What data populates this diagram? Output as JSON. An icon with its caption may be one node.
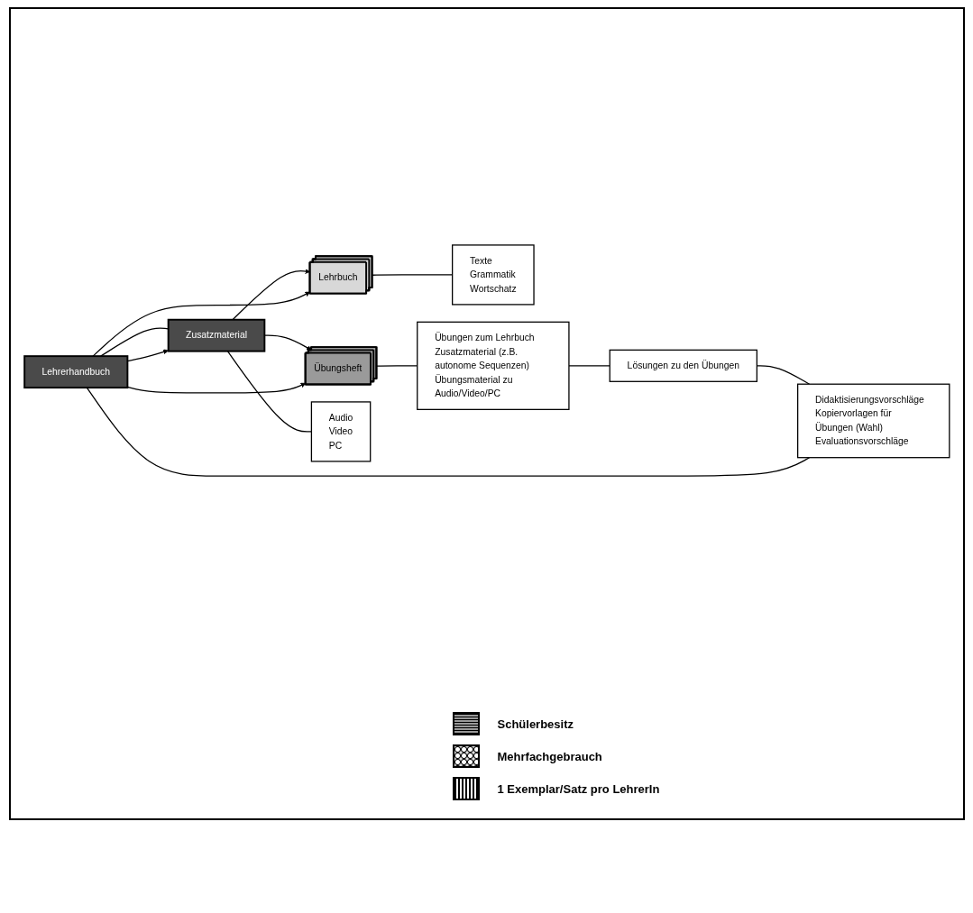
{
  "diagram": {
    "nodes": [
      {
        "text": [
          "Lehrbuch"
        ]
      },
      {
        "text": [
          "Texte",
          "Grammatik",
          "Wortschatz"
        ]
      },
      {
        "text": [
          "Übungsheft"
        ]
      },
      {
        "text": [
          "Übungen zum Lehrbuch",
          "Zusatzmaterial (z.B. autonome Sequenzen)",
          "Übungsmaterial zu Audio/Video/PC"
        ]
      },
      {
        "text": [
          "Lösungen zu den Übungen"
        ]
      },
      {
        "text": [
          "Lehrerhandbuch"
        ]
      },
      {
        "text": [
          "Didaktisierungsvorschläge",
          "Kopiervorlagen für Übungen (Wahl)",
          "Evaluationsvorschläge"
        ]
      },
      {
        "text": [
          "Zusatzmaterial"
        ]
      },
      {
        "text": [
          "Audio",
          "Video",
          "PC"
        ]
      }
    ],
    "edges": [
      {
        "from": 0,
        "to": 1,
        "arrow": "none"
      },
      {
        "from": 2,
        "to": 3,
        "arrow": "none"
      },
      {
        "from": 3,
        "to": 4,
        "arrow": "none"
      },
      {
        "from": 4,
        "to": 6,
        "arrow": "none"
      },
      {
        "from": 5,
        "to": 6,
        "arrow": "none"
      },
      {
        "from": 5,
        "to": 7,
        "arrow": "none"
      },
      {
        "from": 7,
        "to": 8,
        "arrow": "none"
      },
      {
        "from": 7,
        "to": 0,
        "arrow": "to"
      },
      {
        "from": 7,
        "to": 2,
        "arrow": "to"
      },
      {
        "from": 5,
        "to": 0,
        "arrow": "to"
      },
      {
        "from": 5,
        "to": 2,
        "arrow": "to"
      },
      {
        "from": 5,
        "to": 7,
        "arrow": "to"
      }
    ],
    "legend": [
      {
        "text": "Schülerbesitz"
      },
      {
        "text": "Mehrfachgebrauch"
      },
      {
        "text": "1 Exemplar/Satz pro LehrerIn"
      }
    ]
  }
}
